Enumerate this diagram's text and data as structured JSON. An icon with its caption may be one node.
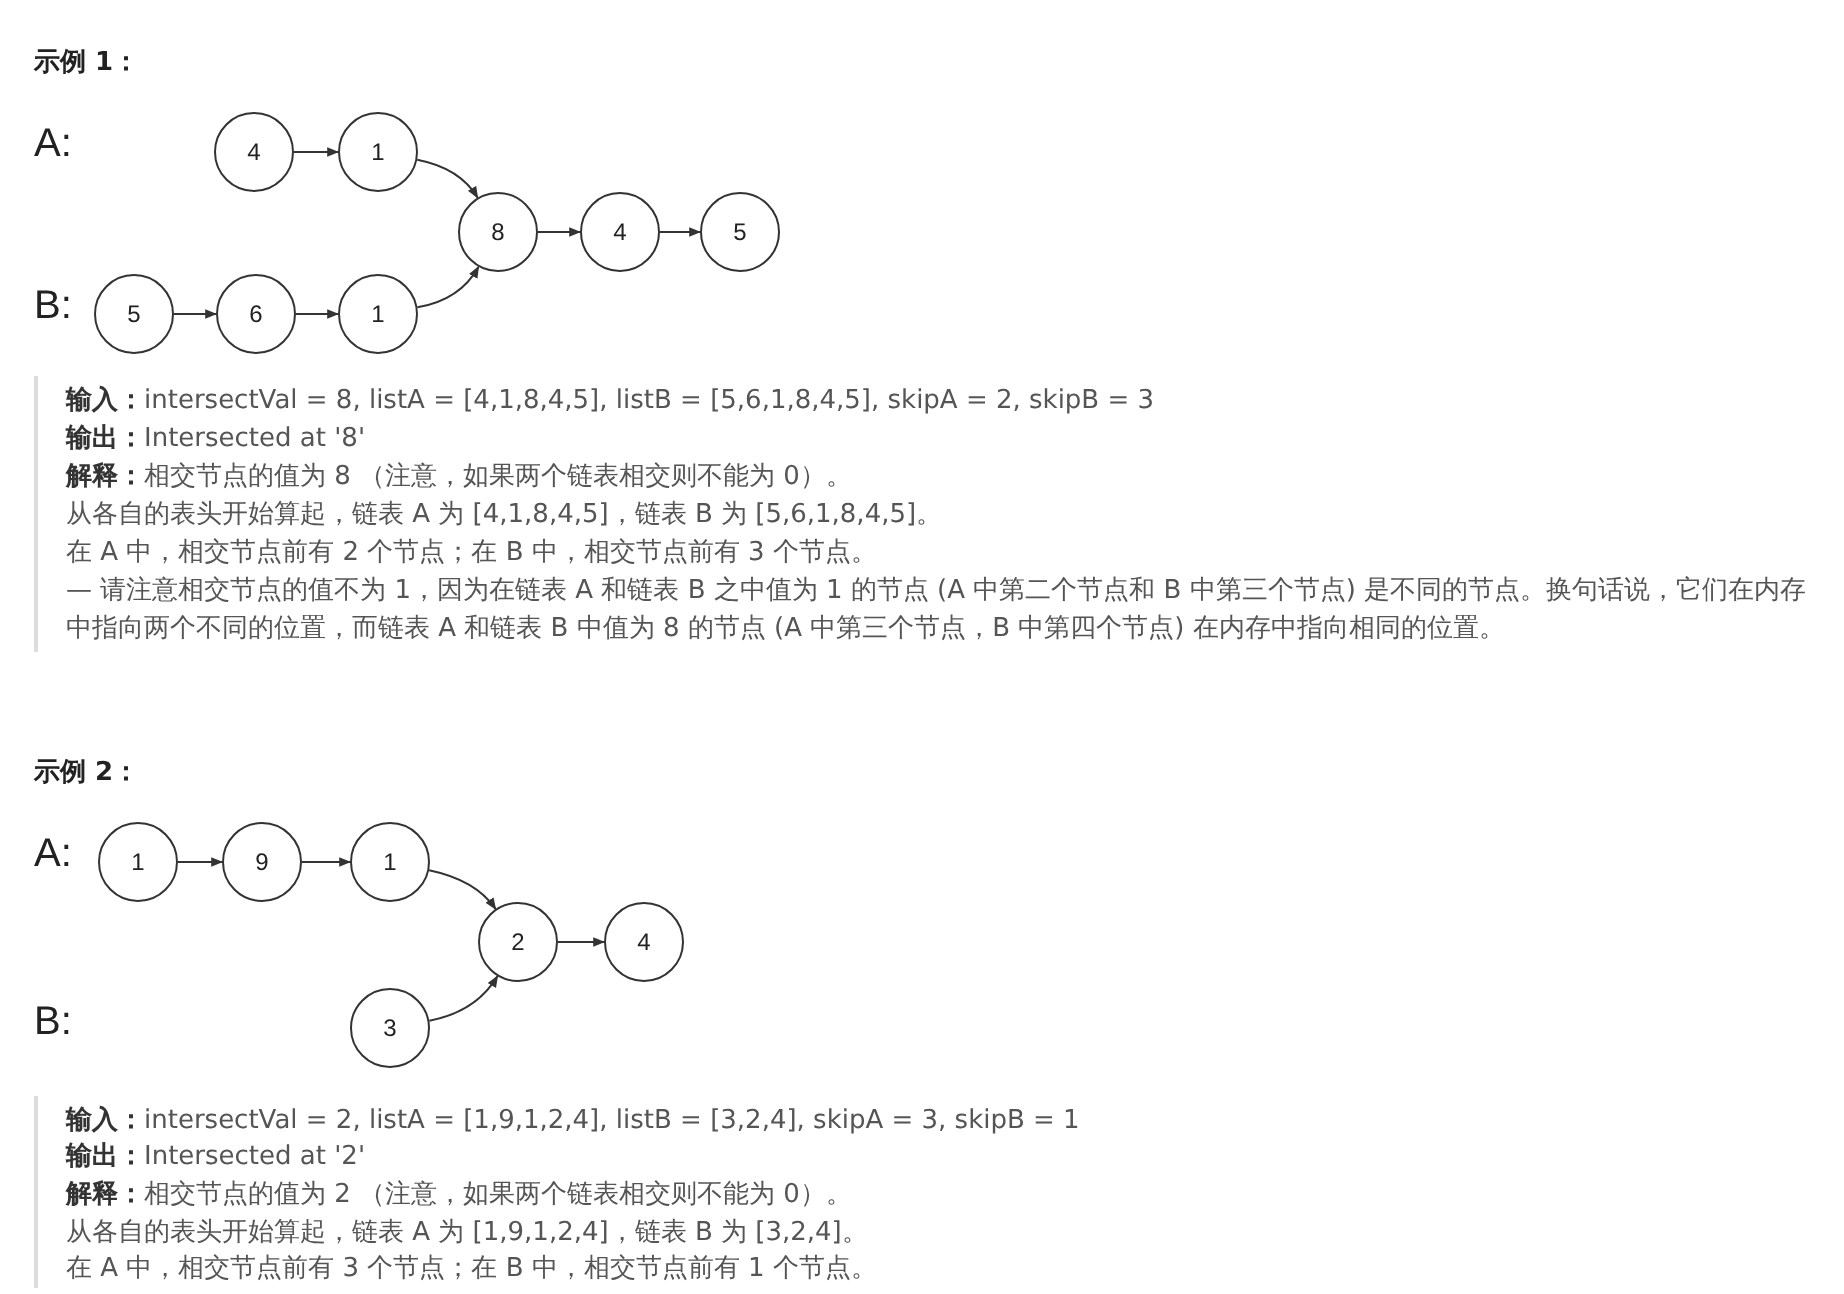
{
  "diagram": {
    "nodes": [
      {
        "text": [
          "4"
        ]
      },
      {
        "text": [
          "1"
        ]
      },
      {
        "text": [
          "8"
        ]
      },
      {
        "text": [
          "4"
        ]
      },
      {
        "text": [
          "5"
        ]
      },
      {
        "text": [
          "5"
        ]
      },
      {
        "text": [
          "6"
        ]
      },
      {
        "text": [
          "1"
        ]
      },
      {
        "text": [
          "1"
        ]
      },
      {
        "text": [
          "9"
        ]
      },
      {
        "text": [
          "1"
        ]
      },
      {
        "text": [
          "2"
        ]
      },
      {
        "text": [
          "4"
        ]
      },
      {
        "text": [
          "3"
        ]
      }
    ],
    "edges": [
      {
        "from": 0,
        "to": 1,
        "arrow": "to"
      },
      {
        "from": 1,
        "to": 2,
        "arrow": "to"
      },
      {
        "from": 2,
        "to": 3,
        "arrow": "to"
      },
      {
        "from": 3,
        "to": 4,
        "arrow": "to"
      },
      {
        "from": 5,
        "to": 6,
        "arrow": "to"
      },
      {
        "from": 6,
        "to": 7,
        "arrow": "to"
      },
      {
        "from": 7,
        "to": 2,
        "arrow": "to"
      },
      {
        "from": 8,
        "to": 9,
        "arrow": "to"
      },
      {
        "from": 9,
        "to": 10,
        "arrow": "to"
      },
      {
        "from": 10,
        "to": 11,
        "arrow": "to"
      },
      {
        "from": 11,
        "to": 12,
        "arrow": "to"
      },
      {
        "from": 13,
        "to": 11,
        "arrow": "to"
      }
    ],
    "labels": [
      "示例 1：",
      "A:",
      "B:",
      "**输入：**intersectVal = 8, listA = [4,1,8,4,5], listB = [5,6,1,8,4,5], skipA = 2, skipB = 3",
      "**输出：**Intersected at '8'",
      "**解释：**相交节点的值为 8 （注意，如果两个链表相交则不能为 0）。",
      "从各自的表头开始算起，链表 A 为 [4,1,8,4,5]，链表 B 为 [5,6,1,8,4,5]。",
      "在 A 中，相交节点前有 2 个节点；在 B 中，相交节点前有 3 个节点。",
      "— 请注意相交节点的值不为 1，因为在链表 A 和链表 B 之中值为 1 的节点 (A 中第二个节点和 B 中第三个节点) 是不同的节点。换句话说，它们在内存中指向两个不同的位置，而链表 A 和链表 B 中值为 8 的节点 (A 中第三个节点，B 中第四个节点) 在内存中指向相同的位置。",
      "示例 2：",
      "A:",
      "B:",
      "**输入：**intersectVal = 2, listA = [1,9,1,2,4], listB = [3,2,4], skipA = 3, skipB = 1",
      "**输出：**Intersected at '2'",
      "**解释：**相交节点的值为 2 （注意，如果两个链表相交则不能为 0）。",
      "从各自的表头开始算起，链表 A 为 [1,9,1,2,4]，链表 B 为 [3,2,4]。",
      "在 A 中，相交节点前有 3 个节点；在 B 中，相交节点前有 1 个节点。"
    ]
  }
}
